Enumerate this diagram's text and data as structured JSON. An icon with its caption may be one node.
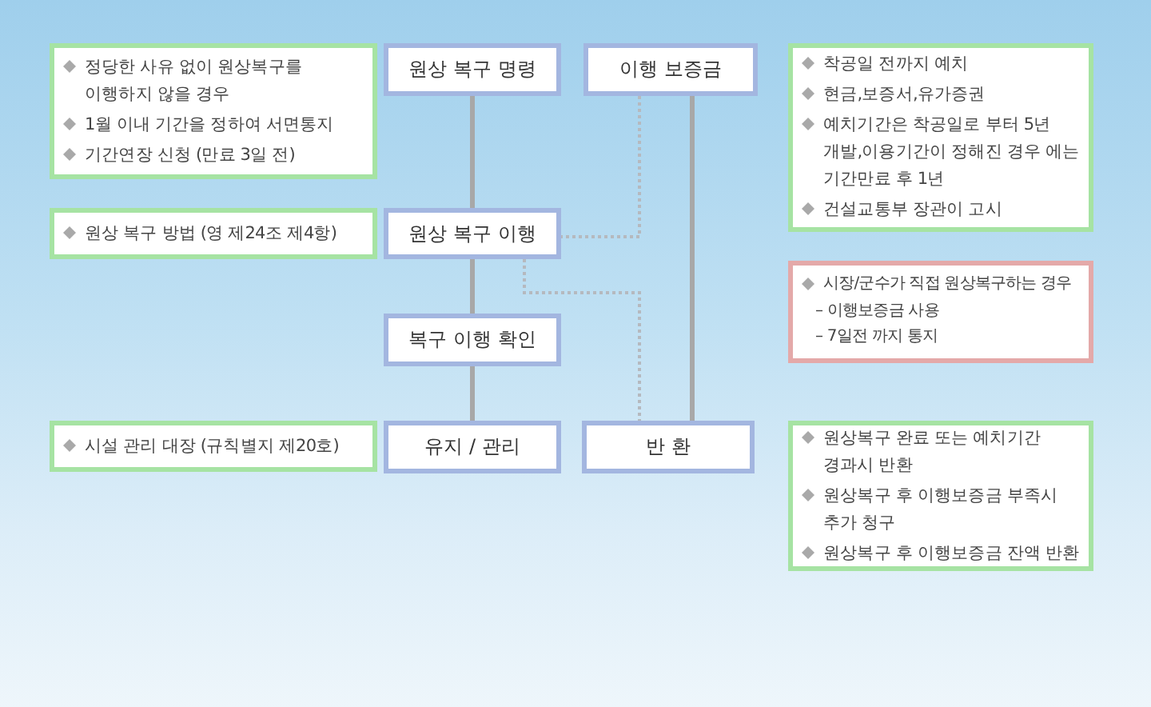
{
  "diagram": {
    "nodes": [
      {
        "text": [
          "정당한 사유 없이 원상복구를 이행하지 않을 경우",
          "1월 이내 기간을 정하여 서면통지",
          "기간연장 신청 (만료 3일 전)"
        ]
      },
      {
        "text": [
          "원상 복구 명령"
        ]
      },
      {
        "text": [
          "이행 보증금"
        ]
      },
      {
        "text": [
          "착공일 전까지 예치",
          "현금,보증서,유가증권",
          "예치기간은 착공일로 부터 5년 개발,이용기간이 정해진 경우 에는 기간만료 후 1년",
          "건설교통부 장관이 고시"
        ]
      },
      {
        "text": [
          "원상 복구 방법 (영 제24조 제4항)"
        ]
      },
      {
        "text": [
          "원상 복구 이행"
        ]
      },
      {
        "text": [
          "시장/군수가 직접 원상복구하는 경우",
          "– 이행보증금 사용",
          "– 7일전 까지 통지"
        ]
      },
      {
        "text": [
          "복구 이행 확인"
        ]
      },
      {
        "text": [
          "시설 관리 대장 (규칙별지  제20호)"
        ]
      },
      {
        "text": [
          "유지 / 관리"
        ]
      },
      {
        "text": [
          "반 환"
        ]
      },
      {
        "text": [
          "원상복구 완료 또는 예치기간 경과시 반환",
          "원상복구 후 이행보증금 부족시 추가 청구",
          "원상복구 후 이행보증금 잔액 반환"
        ]
      }
    ],
    "edges": [
      {
        "from": 1,
        "to": 5,
        "arrow": "none"
      },
      {
        "from": 5,
        "to": 7,
        "arrow": "none"
      },
      {
        "from": 7,
        "to": 9,
        "arrow": "none"
      },
      {
        "from": 2,
        "to": 10,
        "arrow": "none"
      },
      {
        "from": 2,
        "to": 5,
        "arrow": "none",
        "style": "dashed"
      },
      {
        "from": 5,
        "to": 10,
        "arrow": "none",
        "style": "dashed"
      }
    ]
  }
}
